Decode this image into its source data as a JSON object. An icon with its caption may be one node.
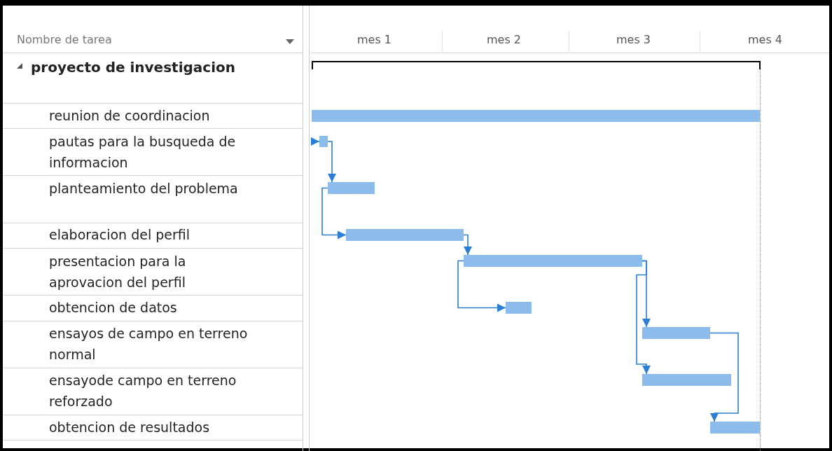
{
  "diagram": {
    "nodes": [
      {
        "text": [],
        "shape": "bracket"
      },
      {
        "text": [],
        "shape": "bar"
      },
      {
        "text": [],
        "shape": "bar"
      },
      {
        "text": [],
        "shape": "bar"
      },
      {
        "text": [],
        "shape": "bar"
      },
      {
        "text": [],
        "shape": "bar"
      },
      {
        "text": [],
        "shape": "bar"
      },
      {
        "text": [],
        "shape": "bar"
      },
      {
        "text": [],
        "shape": "bar"
      },
      {
        "text": [],
        "shape": "bar"
      }
    ],
    "edges": [
      {
        "from": null,
        "to": 2,
        "arrow": "to"
      },
      {
        "from": 2,
        "to": 3,
        "arrow": "to"
      },
      {
        "from": 3,
        "to": 4,
        "arrow": "to"
      },
      {
        "from": 4,
        "to": 5,
        "arrow": "to"
      },
      {
        "from": 5,
        "to": 6,
        "arrow": "to"
      },
      {
        "from": 5,
        "to": 7,
        "arrow": "to"
      },
      {
        "from": 5,
        "to": 8,
        "arrow": "to"
      },
      {
        "from": 7,
        "to": 9,
        "arrow": "to"
      }
    ],
    "labels": [
      "Nombre de tarea",
      "mes 1",
      "mes 2",
      "mes 3",
      "mes 4",
      "proyecto de investigacion",
      "reunion de coordinacion",
      "pautas para la busqueda de informacion",
      "planteamiento del problema",
      "elaboracion del perfil",
      "presentacion para la aprovacion del perfil",
      "obtencion de datos",
      "ensayos de campo en  terreno normal",
      "ensayode campo en terreno reforzado",
      "obtencion de resultados"
    ]
  }
}
